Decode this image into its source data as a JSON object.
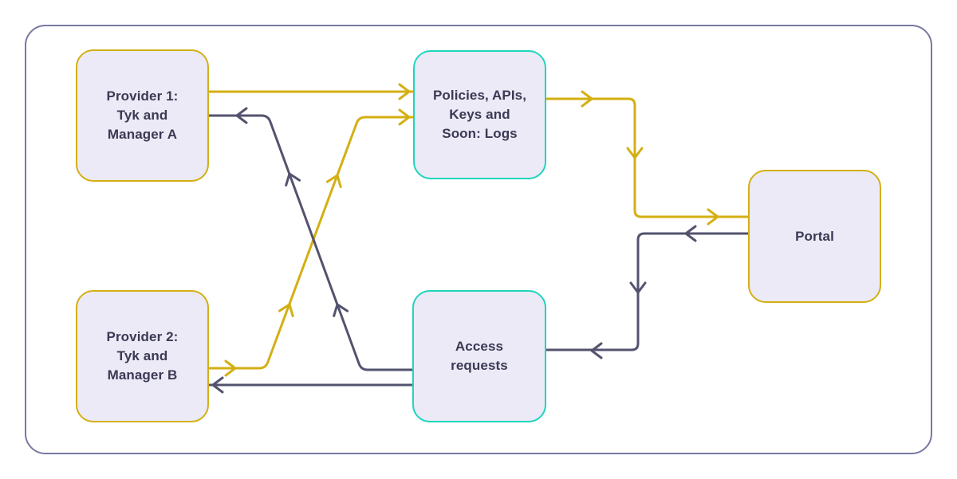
{
  "colors": {
    "yellow": "#D4AF13",
    "slate": "#53536F",
    "teal": "#1FD5BE",
    "node_fill": "#EBEAF6",
    "frame_border": "#7878A2",
    "text": "#3B3954"
  },
  "nodes": [
    {
      "id": "provider1",
      "label": "Provider 1:\nTyk and\nManager A",
      "border_color": "#D4AF13"
    },
    {
      "id": "provider2",
      "label": "Provider 2:\nTyk and\nManager B",
      "border_color": "#D4AF13"
    },
    {
      "id": "policies",
      "label": "Policies, APIs,\nKeys and\nSoon: Logs",
      "border_color": "#1FD5BE"
    },
    {
      "id": "access",
      "label": "Access\nrequests",
      "border_color": "#1FD5BE"
    },
    {
      "id": "portal",
      "label": "Portal",
      "border_color": "#D4AF13"
    }
  ],
  "edges": [
    {
      "from": "provider1",
      "to": "policies",
      "color": "yellow"
    },
    {
      "from": "provider2",
      "to": "policies",
      "color": "yellow"
    },
    {
      "from": "policies",
      "to": "portal",
      "color": "yellow"
    },
    {
      "from": "portal",
      "to": "access",
      "color": "slate"
    },
    {
      "from": "access",
      "to": "provider1",
      "color": "slate"
    },
    {
      "from": "access",
      "to": "provider2",
      "color": "slate"
    }
  ]
}
